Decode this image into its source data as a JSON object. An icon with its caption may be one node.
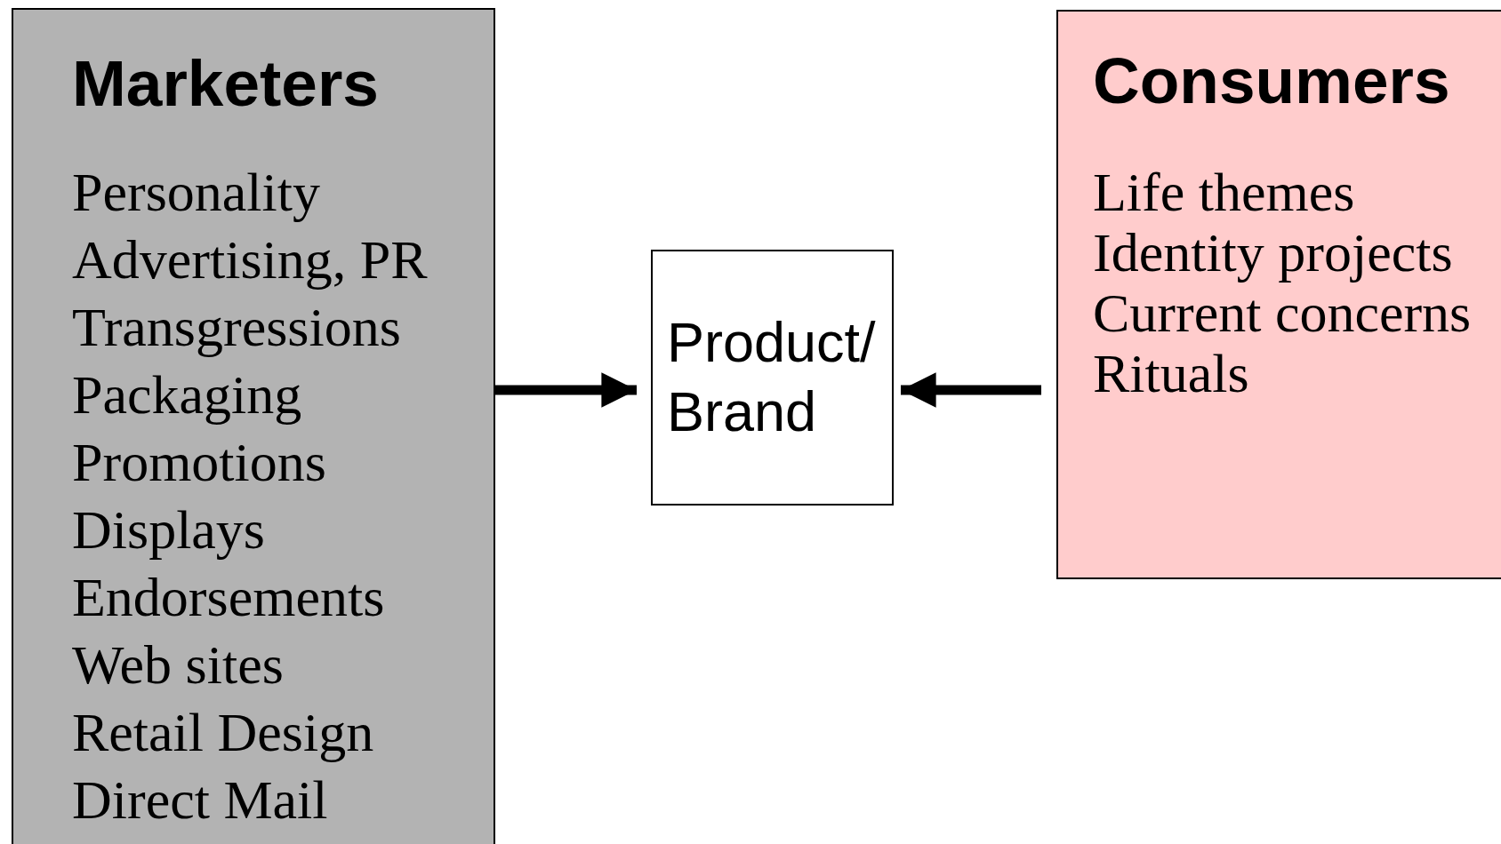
{
  "diagram": {
    "nodes": [
      {
        "text": [
          "Marketers",
          "Personality",
          "Advertising, PR",
          "Transgressions",
          "Packaging",
          "Promotions",
          "Displays",
          "Endorsements",
          "Web sites",
          "Retail Design",
          "Direct Mail"
        ]
      },
      {
        "text": [
          "Consumers",
          "Life themes",
          "Identity projects",
          "Current concerns",
          "Rituals"
        ]
      },
      {
        "text": [
          "Product/ Brand"
        ]
      }
    ],
    "edges": [
      {
        "from": 0,
        "to": 2,
        "arrow": "to"
      },
      {
        "from": 1,
        "to": 2,
        "arrow": "to"
      }
    ]
  }
}
